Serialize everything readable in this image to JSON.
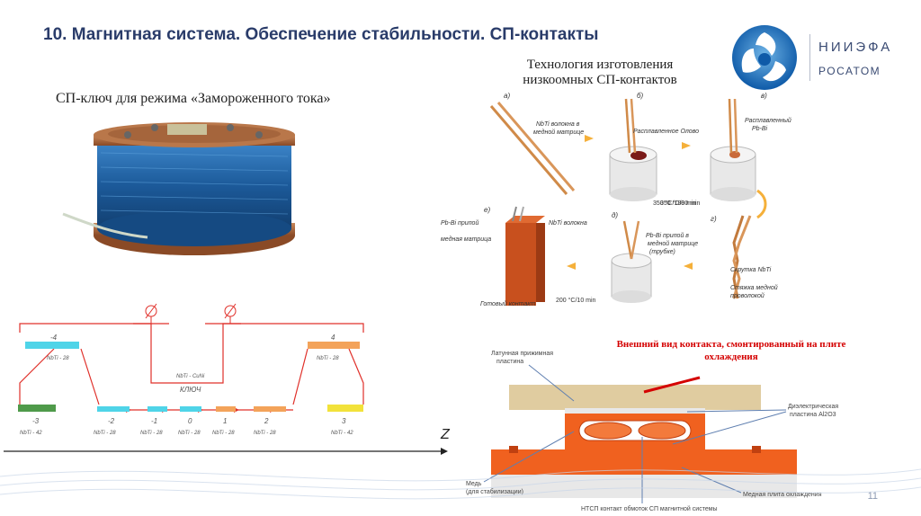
{
  "title": "10. Магнитная система. Обеспечение стабильности. СП-контакты",
  "logo": {
    "line1": "НИИЭФА",
    "line2": "РОСАТОМ"
  },
  "tech_caption": {
    "line1": "Технология изготовления",
    "line2": "низкоомных СП-контактов"
  },
  "key_caption": "СП-ключ для режима «Замороженного тока»",
  "process": {
    "step_a": "а)",
    "step_b": "б)",
    "step_v": "в)",
    "step_g": "г)",
    "step_d": "д)",
    "step_e": "е)",
    "label_nbti_cu_1": "NbTi волокна в",
    "label_nbti_cu_2": "медной матрице",
    "label_molten_tin": "Расплавленное Олово",
    "label_molten_pbbi_1": "Расплавленный",
    "label_molten_pbbi_2": "Pb-Bi",
    "temp1": "350 °C/180 min",
    "temp2": "350 °C/80 min",
    "temp3": "200 °C/10 min",
    "label_pbbi_solder": "Pb-Bi припой",
    "label_nbti_fibers": "NbTi волокна",
    "label_cu_matrix": "медная матрица",
    "label_pbbi_in_cu_1": "Pb-Bi припой в",
    "label_pbbi_in_cu_2": "медной матрице",
    "label_pbbi_in_cu_3": "(трубке)",
    "label_twist": "Скрутка NbTi",
    "label_wire_tie_1": "Стяжка медной",
    "label_wire_tie_2": "проволокой",
    "label_ready": "Готовый контакт"
  },
  "circuit": {
    "coils": [
      {
        "num": "-4",
        "wire": "NbTi - 28"
      },
      {
        "num": "4",
        "wire": "NbTi - 28"
      },
      {
        "num": "-3",
        "wire": "NbTi - 42"
      },
      {
        "num": "-2",
        "wire": "NbTi - 28"
      },
      {
        "num": "-1",
        "wire": "NbTi - 28"
      },
      {
        "num": "0",
        "wire": "NbTi - 28"
      },
      {
        "num": "1",
        "wire": "NbTi - 28"
      },
      {
        "num": "2",
        "wire": "NbTi - 28"
      },
      {
        "num": "3",
        "wire": "NbTi - 42"
      }
    ],
    "key_wire": "NbTi - CuNi",
    "key_label": "КЛЮЧ",
    "axis_label": "Z"
  },
  "contact_title_line1": "Внешний вид контакта, смонтированный на плите",
  "contact_title_line2": "охлаждения",
  "assembly": {
    "label_brass_1": "Латунная прижимная",
    "label_brass_2": "пластина",
    "label_dielectric_1": "Диэлектрическая",
    "label_dielectric_2": "пластина Al2O3",
    "label_copper_1": "Медь",
    "label_copper_2": "(для стабилизации)",
    "label_htsc": "НТСП контакт обмоток СП магнитной системы",
    "label_cooling": "Медная плита охлаждения"
  },
  "page_number": "11",
  "colors": {
    "title": "#2a3c6a",
    "accent_red": "#d40000",
    "copper": "#f0611f",
    "coil_blue": "#1f5fa0"
  }
}
